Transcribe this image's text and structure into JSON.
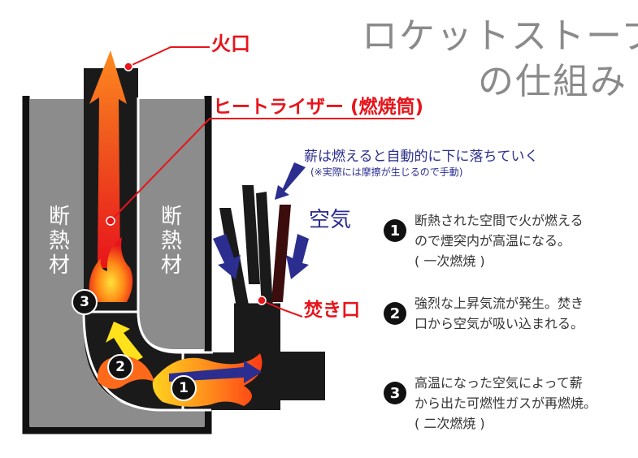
{
  "title": {
    "line1": "ロケットストーブ",
    "line2": "の仕組み"
  },
  "labels": {
    "chimney_top": "火口",
    "heat_riser": "ヒートライザー (燃焼筒)",
    "firebox": "焚き口",
    "insulation_left": "断熱材",
    "insulation_right": "断熱材",
    "air": "空気",
    "wood_note": "薪は燃えると自動的に下に落ちていく",
    "wood_subnote": "(※実際には摩擦が生じるので手動)"
  },
  "steps": [
    {
      "num": "1",
      "lines": [
        "断熱された空間で火が燃える",
        "ので煙突内が高温になる。",
        "( 一次燃焼 )"
      ]
    },
    {
      "num": "2",
      "lines": [
        "強烈な上昇気流が発生。焚き",
        "口から空気が吸い込まれる。"
      ]
    },
    {
      "num": "3",
      "lines": [
        "高温になった空気によって薪",
        "から出た可燃性ガスが再燃焼。",
        "( 二次燃焼 )"
      ]
    }
  ],
  "colors": {
    "red": "#e8141b",
    "blue": "#2b2e8f",
    "insulation": "#8c8c8c",
    "pipe": "#1a1a1a"
  }
}
